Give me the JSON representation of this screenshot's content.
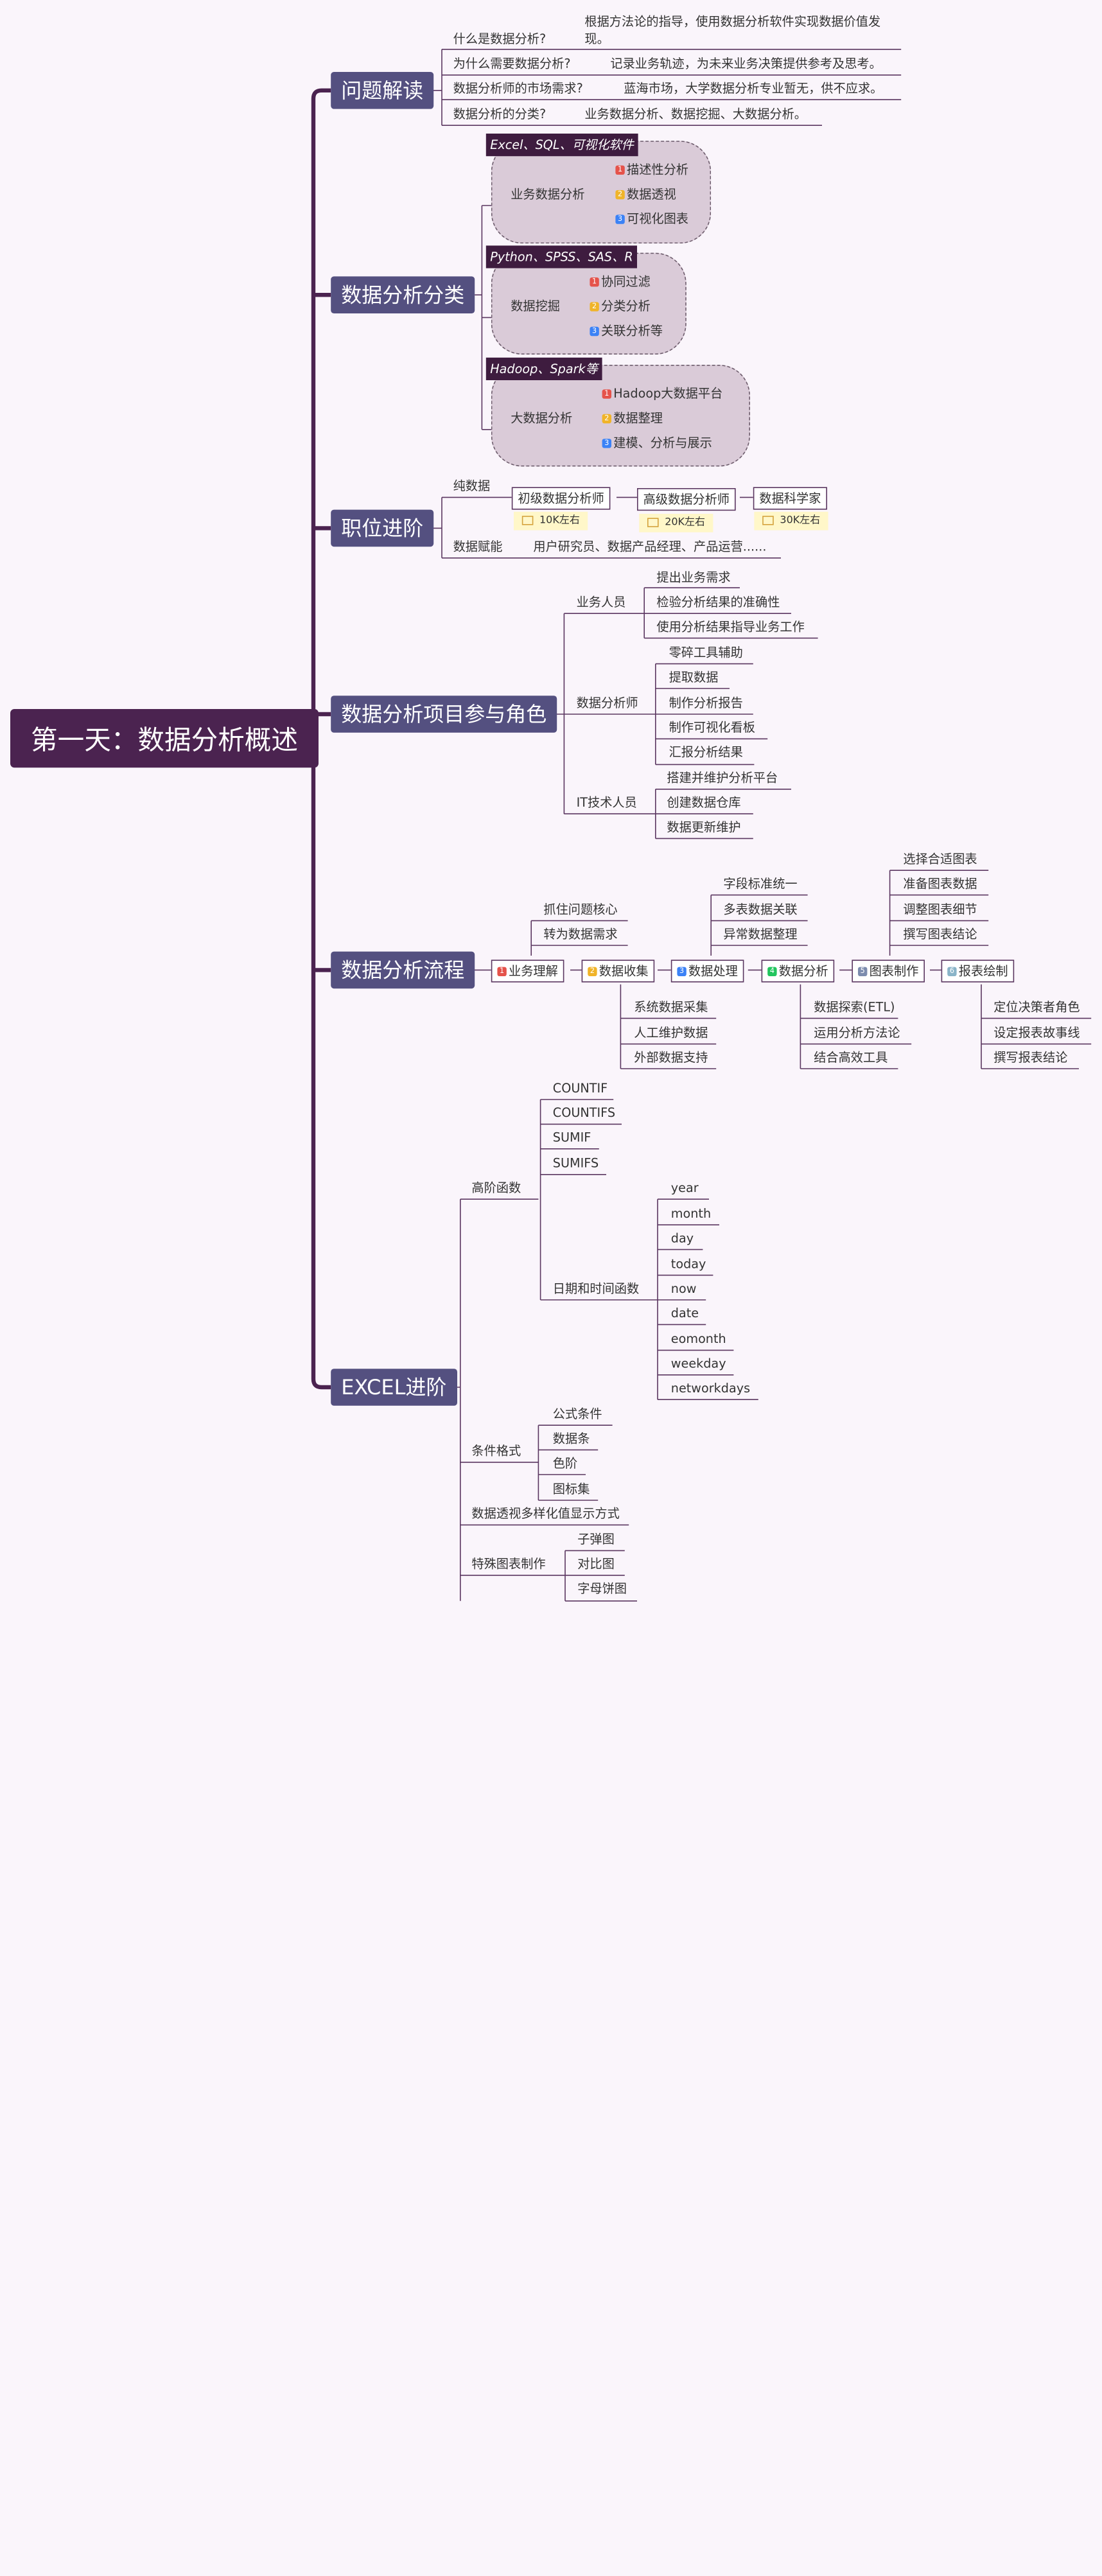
{
  "root": "第一天：数据分析概述",
  "sections": {
    "q": {
      "title": "问题解读",
      "items": [
        {
          "q": "什么是数据分析?",
          "a1": "根据方法论的指导，使用数据分析软件实现数据价值发",
          "a2": "现。"
        },
        {
          "q": "为什么需要数据分析?",
          "a": "记录业务轨迹，为未来业务决策提供参考及思考。"
        },
        {
          "q": "数据分析师的市场需求?",
          "a": "蓝海市场，大学数据分析专业暂无，供不应求。"
        },
        {
          "q": "数据分析的分类?",
          "a": "业务数据分析、数据挖掘、大数据分析。"
        }
      ]
    },
    "cls": {
      "title": "数据分析分类",
      "groups": [
        {
          "tag": "Excel、SQL、可视化软件",
          "name": "业务数据分析",
          "items": [
            "描述性分析",
            "数据透视",
            "可视化图表"
          ]
        },
        {
          "tag": "Python、SPSS、SAS、R",
          "name": "数据挖掘",
          "items": [
            "协同过滤",
            "分类分析",
            "关联分析等"
          ]
        },
        {
          "tag": "Hadoop、Spark等",
          "name": "大数据分析",
          "items": [
            "Hadoop大数据平台",
            "数据整理",
            "建模、分析与展示"
          ]
        }
      ]
    },
    "career": {
      "title": "职位进阶",
      "pure": "纯数据",
      "levels": [
        {
          "name": "初级数据分析师",
          "salary": "10K左右"
        },
        {
          "name": "高级数据分析师",
          "salary": "20K左右"
        },
        {
          "name": "数据科学家",
          "salary": "30K左右"
        }
      ],
      "enable": "数据赋能",
      "enable_roles": "用户研究员、数据产品经理、产品运营......"
    },
    "roles": {
      "title": "数据分析项目参与角色",
      "groups": [
        {
          "name": "业务人员",
          "items": [
            "提出业务需求",
            "检验分析结果的准确性",
            "使用分析结果指导业务工作"
          ]
        },
        {
          "name": "数据分析师",
          "items": [
            "零碎工具辅助",
            "提取数据",
            "制作分析报告",
            "制作可视化看板",
            "汇报分析结果"
          ]
        },
        {
          "name": "IT技术人员",
          "items": [
            "搭建并维护分析平台",
            "创建数据仓库",
            "数据更新维护"
          ]
        }
      ]
    },
    "flow": {
      "title": "数据分析流程",
      "steps": [
        "业务理解",
        "数据收集",
        "数据处理",
        "数据分析",
        "图表制作",
        "报表绘制"
      ],
      "badges": [
        "1",
        "2",
        "3",
        "4",
        "5",
        "6"
      ],
      "above1": [
        "抓住问题核心",
        "转为数据需求"
      ],
      "above3": [
        "字段标准统一",
        "多表数据关联",
        "异常数据整理"
      ],
      "above5": [
        "选择合适图表",
        "准备图表数据",
        "调整图表细节",
        "撰写图表结论"
      ],
      "below2": [
        "系统数据采集",
        "人工维护数据",
        "外部数据支持"
      ],
      "below4": [
        "数据探索(ETL)",
        "运用分析方法论",
        "结合高效工具"
      ],
      "below6": [
        "定位决策者角色",
        "设定报表故事线",
        "撰写报表结论"
      ]
    },
    "excel": {
      "title": "EXCEL进阶",
      "adv": "高阶函数",
      "adv_items": [
        "COUNTIF",
        "COUNTIFS",
        "SUMIF",
        "SUMIFS"
      ],
      "date": "日期和时间函数",
      "date_items": [
        "year",
        "month",
        "day",
        "today",
        "now",
        "date",
        "eomonth",
        "weekday",
        "networkdays"
      ],
      "cond": "条件格式",
      "cond_items": [
        "公式条件",
        "数据条",
        "色阶",
        "图标集"
      ],
      "pivot": "数据透视多样化值显示方式",
      "special": "特殊图表制作",
      "special_items": [
        "子弹图",
        "对比图",
        "字母饼图"
      ]
    }
  }
}
